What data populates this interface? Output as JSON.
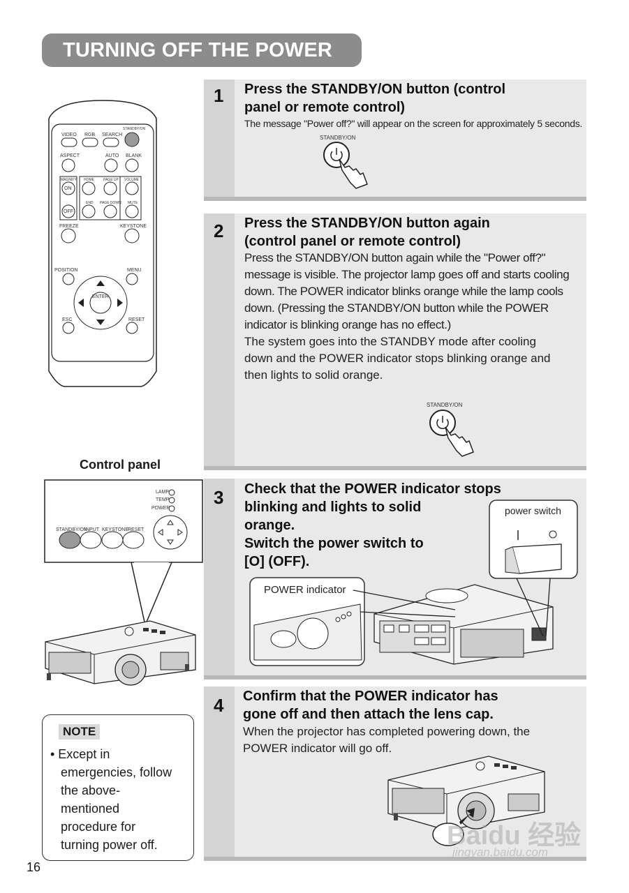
{
  "header": {
    "title": "TURNING OFF THE POWER"
  },
  "steps": [
    {
      "number": "1",
      "heading_line1": "Press the STANDBY/ON button (control",
      "heading_line2": "panel or remote control)",
      "body": "The message \"Power off?\" will appear on the screen for approximately 5 seconds.",
      "button_label": "STANDBY/ON"
    },
    {
      "number": "2",
      "heading_line1": "Press the STANDBY/ON button again",
      "heading_line2": "(control panel or remote control)",
      "body_lines": [
        "Press the STANDBY/ON button again while the \"Power off?\"",
        "message is visible. The projector lamp goes off and starts cooling",
        "down. The POWER indicator blinks orange while the lamp cools",
        "down. (Pressing the STANDBY/ON button while the POWER",
        "indicator is blinking orange has no effect.)",
        "The system goes into the STANDBY mode after cooling",
        "down and the POWER indicator stops blinking orange and",
        "then lights to solid orange."
      ],
      "button_label": "STANDBY/ON"
    },
    {
      "number": "3",
      "heading_lines": [
        "Check that the POWER indicator stops",
        "blinking and lights to solid",
        "orange.",
        "Switch the power switch to",
        "[O] (OFF)."
      ],
      "callout_power_switch": "power switch",
      "callout_power_indicator": "POWER indicator"
    },
    {
      "number": "4",
      "heading_line1": "Confirm that the POWER indicator has",
      "heading_line2": "gone off and then attach the lens cap.",
      "body_line1": "When the projector has completed powering down, the",
      "body_line2": "POWER indicator will go off."
    }
  ],
  "remote": {
    "buttons": {
      "standby": "STANDBY/ON",
      "video": "VIDEO",
      "rgb": "RGB",
      "search": "SEARCH",
      "aspect": "ASPECT",
      "auto": "AUTO",
      "blank": "BLANK",
      "magnify": "MAGNIFY",
      "on": "ON",
      "off": "OFF",
      "home": "HOME",
      "page_up": "PAGE UP",
      "volume": "VOLUME",
      "end": "END",
      "page_down": "PAGE DOWN",
      "mute": "MUTE",
      "freeze": "FREEZE",
      "keystone": "KEYSTONE",
      "position": "POSITION",
      "menu": "MENU",
      "enter": "ENTER",
      "esc": "ESC",
      "reset": "RESET"
    }
  },
  "control_panel": {
    "label": "Control panel",
    "indicators": [
      "LAMP",
      "TEMP",
      "POWER"
    ],
    "buttons": [
      "STANDBY/ON",
      "INPUT",
      "KEYSTONE",
      "RESET"
    ]
  },
  "note": {
    "label": "NOTE",
    "text_lines": [
      "• Except in",
      "emergencies, follow",
      "the above-",
      "mentioned",
      "procedure for",
      "turning power off."
    ]
  },
  "page_number": "16",
  "watermark": {
    "line1": "Baidu 经验",
    "line2": "jingyan.baidu.com"
  }
}
